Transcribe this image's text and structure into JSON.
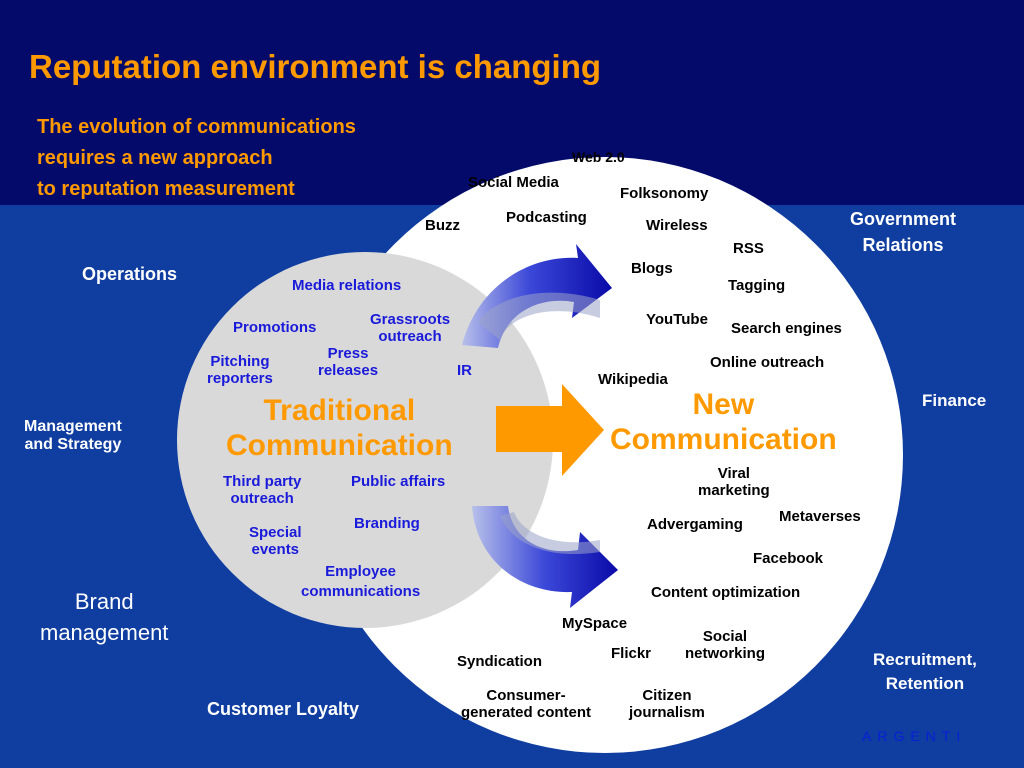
{
  "title": "Reputation environment is changing",
  "subtitle": [
    "The evolution of communications",
    "requires a new approach",
    "to reputation measurement"
  ],
  "outer_labels": {
    "operations": "Operations",
    "management": [
      "Management",
      "and Strategy"
    ],
    "brand": [
      "Brand",
      "management"
    ],
    "customer_loyalty": "Customer Loyalty",
    "government": [
      "Government",
      "Relations"
    ],
    "finance": "Finance",
    "recruitment": [
      "Recruitment,",
      "Retention"
    ]
  },
  "traditional": {
    "heading": [
      "Traditional",
      "Communication"
    ],
    "items": {
      "media_relations": "Media relations",
      "promotions": "Promotions",
      "grassroots": [
        "Grassroots",
        "outreach"
      ],
      "press": [
        "Press",
        "releases"
      ],
      "pitching": [
        "Pitching",
        "reporters"
      ],
      "ir": "IR",
      "third_party": [
        "Third party",
        "outreach"
      ],
      "public_affairs": "Public affairs",
      "branding": "Branding",
      "special_events": [
        "Special",
        "events"
      ],
      "employee": [
        "Employee",
        "communications"
      ]
    }
  },
  "new": {
    "heading": [
      "New",
      "Communication"
    ],
    "items": {
      "web20": "Web 2.0",
      "social_media": "Social Media",
      "folksonomy": "Folksonomy",
      "buzz": "Buzz",
      "podcasting": "Podcasting",
      "wireless": "Wireless",
      "rss": "RSS",
      "blogs": "Blogs",
      "tagging": "Tagging",
      "youtube": "YouTube",
      "search_engines": "Search engines",
      "online_outreach": "Online outreach",
      "wikipedia": "Wikipedia",
      "viral": [
        "Viral",
        "marketing"
      ],
      "metaverses": "Metaverses",
      "advergaming": "Advergaming",
      "facebook": "Facebook",
      "content_opt": "Content optimization",
      "myspace": "MySpace",
      "social_networking": [
        "Social",
        "networking"
      ],
      "flickr": "Flickr",
      "syndication": "Syndication",
      "consumer_content": [
        "Consumer-",
        "generated content"
      ],
      "citizen": [
        "Citizen",
        "journalism"
      ]
    }
  },
  "logo": "ARGENTI",
  "colors": {
    "top_band": "#030a6a",
    "background": "#0f3da0",
    "accent_orange": "#ff9900",
    "traditional_text": "#1a1adb",
    "new_circle": "#ffffff",
    "traditional_circle": "#d9d9d9"
  }
}
